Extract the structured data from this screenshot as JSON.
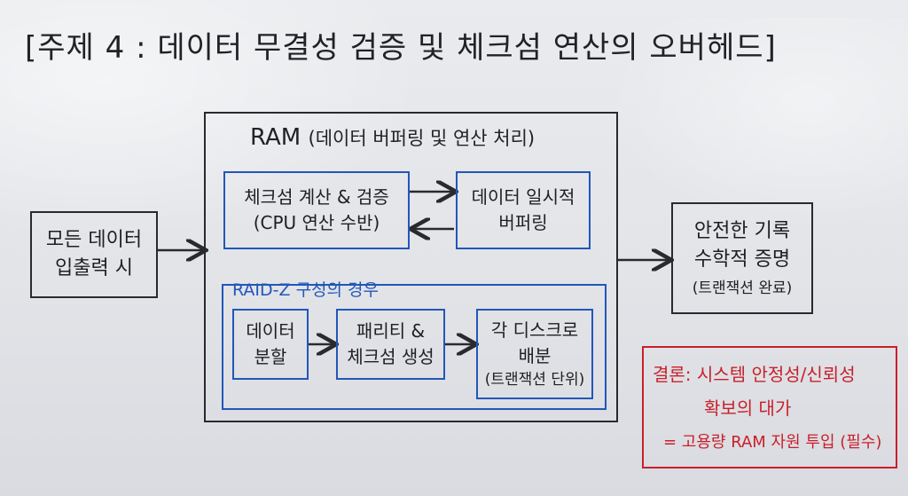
{
  "title": "[주제 4 : 데이터 무결성 검증 및 체크섬 연산의 오버헤드]",
  "input_box": {
    "line1": "모든 데이터",
    "line2": "입출력 시"
  },
  "ram": {
    "label": "RAM",
    "sublabel": "(데이터 버퍼링 및 연산 처리)",
    "checksum": {
      "line1": "체크섬 계산 & 검증",
      "line2": "(CPU 연산 수반)"
    },
    "buffer": {
      "line1": "데이터 일시적",
      "line2": "버퍼링"
    },
    "raid": {
      "label": "RAID-Z 구성의 경우",
      "split": {
        "line1": "데이터",
        "line2": "분할"
      },
      "parity": {
        "line1": "패리티 &",
        "line2": "체크섬 생성"
      },
      "distribute": {
        "line1": "각 디스크로",
        "line2": "배분",
        "line3": "(트랜잭션 단위)"
      }
    }
  },
  "output_box": {
    "line1": "안전한 기록",
    "line2": "수학적 증명",
    "line3": "(트랜잭션 완료)"
  },
  "conclusion": {
    "line1": "결론: 시스템 안정성/신뢰성",
    "line2": "확보의 대가",
    "line3": "= 고용량 RAM 자원 투입 (필수)"
  },
  "colors": {
    "ink": "#2a2a2e",
    "blue": "#2257b8",
    "red": "#c91f2a"
  }
}
